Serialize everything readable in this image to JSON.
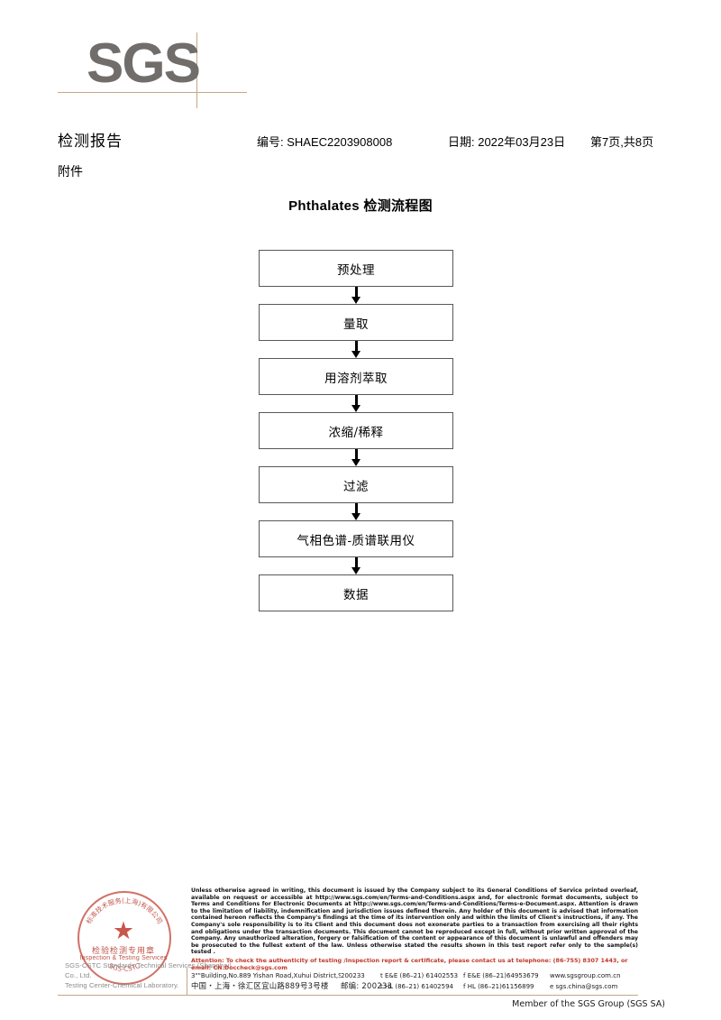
{
  "logo": {
    "text": "SGS"
  },
  "header": {
    "report_title": "检测报告",
    "attachment_label": "附件",
    "report_no": "编号: SHAEC2203908008",
    "date": "日期: 2022年03月23日",
    "page": "第7页,共8页"
  },
  "flow": {
    "title": "Phthalates 检测流程图",
    "nodes": [
      {
        "label": "预处理"
      },
      {
        "label": "量取"
      },
      {
        "label": "用溶剂萃取"
      },
      {
        "label": "浓缩/稀释"
      },
      {
        "label": "过滤"
      },
      {
        "label": "气相色谱-质谱联用仪"
      },
      {
        "label": "数据"
      }
    ]
  },
  "stamp": {
    "arc_top": "标准技术服务(上海)有限公司",
    "arc_bottom": "SGS-CSTC",
    "cn_label": "检验检测专用章",
    "en_label": "Inspection & Testing Services",
    "company_line1": "SGS-CSTC Standards Technical Services (Shanghai) Co., Ltd.",
    "company_line2": "Testing Center-Chemical Laboratory."
  },
  "footer": {
    "legal": "Unless otherwise agreed in writing, this document is issued by the Company subject to its General Conditions of Service printed overleaf, available on request or accessible at http://www.sgs.com/en/Terms-and-Conditions.aspx and, for electronic format documents, subject to Terms and Conditions for Electronic Documents at http://www.sgs.com/en/Terms-and-Conditions/Terms-e-Document.aspx. Attention is drawn to the limitation of liability, indemnification and jurisdiction issues defined therein. Any holder of this document is advised that information contained hereon reflects the Company's findings at the time of its intervention only and within the limits of Client's instructions, if any. The Company's sole responsibility is to its Client and this document does not exonerate parties to a transaction from exercising all their rights and obligations under the transaction documents. This document cannot be reproduced except in full, without prior written approval of the Company. Any unauthorized alteration, forgery or falsification of the content or appearance of this document is unlawful and offenders may be prosecuted to the fullest extent of the law. Unless otherwise stated the results shown in this test report refer only to the sample(s) tested .",
    "attention": "Attention: To check the authenticity of testing /inspection report & certificate, please contact us at telephone: (86-755) 8307 1443, or email: CN.Doccheck@sgs.com",
    "address_en": "3\"\"Building,No.889 Yishan Road,Xuhui District,Shanghai China",
    "address_cn": "中国・上海・徐汇区宜山路889号3号楼",
    "postcode_en": "200233",
    "postcode_cn": "邮编: 200233",
    "tel_ee": "t E&E (86–21) 61402553",
    "fax_ee": "f E&E (86–21)64953679",
    "tel_hl": "t HL (86–21) 61402594",
    "fax_hl": "f HL (86–21)61156899",
    "website": "www.sgsgroup.com.cn",
    "email": "e  sgs.china@sgs.com",
    "member": "Member of the SGS Group (SGS SA)"
  },
  "colors": {
    "sgs_grey": "#706d6b",
    "rule_tan": "#c3a786",
    "stamp_red": "#c0392b",
    "border_grey": "#58585a"
  }
}
